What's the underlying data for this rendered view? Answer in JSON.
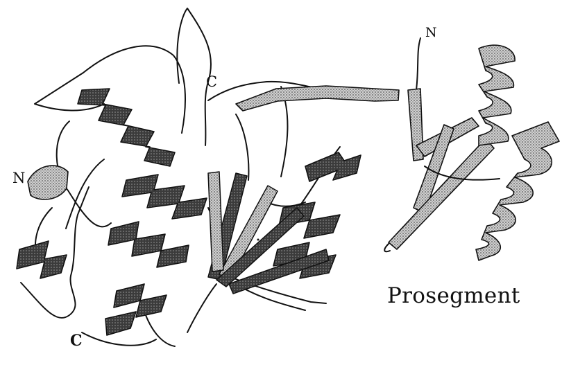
{
  "labels": {
    "n_terminus_prosegment": "N",
    "c_terminus_top": "C",
    "n_terminus_left": "N",
    "c_terminus_bottom": "C",
    "prosegment": "Prosegment"
  },
  "colors": {
    "ink": "#111111",
    "dark_ribbon": "#3a3a3a",
    "light_ribbon": "#bdbdbd",
    "background": "#ffffff"
  }
}
